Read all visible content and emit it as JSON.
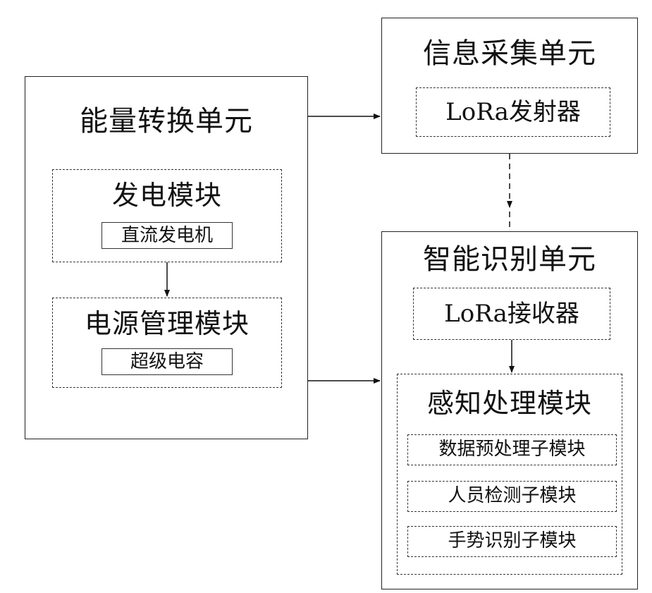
{
  "energy_unit": {
    "title": "能量转换单元",
    "generation_module": {
      "title": "发电模块",
      "component": "直流发电机"
    },
    "power_module": {
      "title": "电源管理模块",
      "component": "超级电容"
    }
  },
  "info_unit": {
    "title": "信息采集单元",
    "transmitter": "LoRa发射器"
  },
  "recognition_unit": {
    "title": "智能识别单元",
    "receiver": "LoRa接收器",
    "processing_module": {
      "title": "感知处理模块",
      "submodules": [
        "数据预处理子模块",
        "人员检测子模块",
        "手势识别子模块"
      ]
    }
  }
}
